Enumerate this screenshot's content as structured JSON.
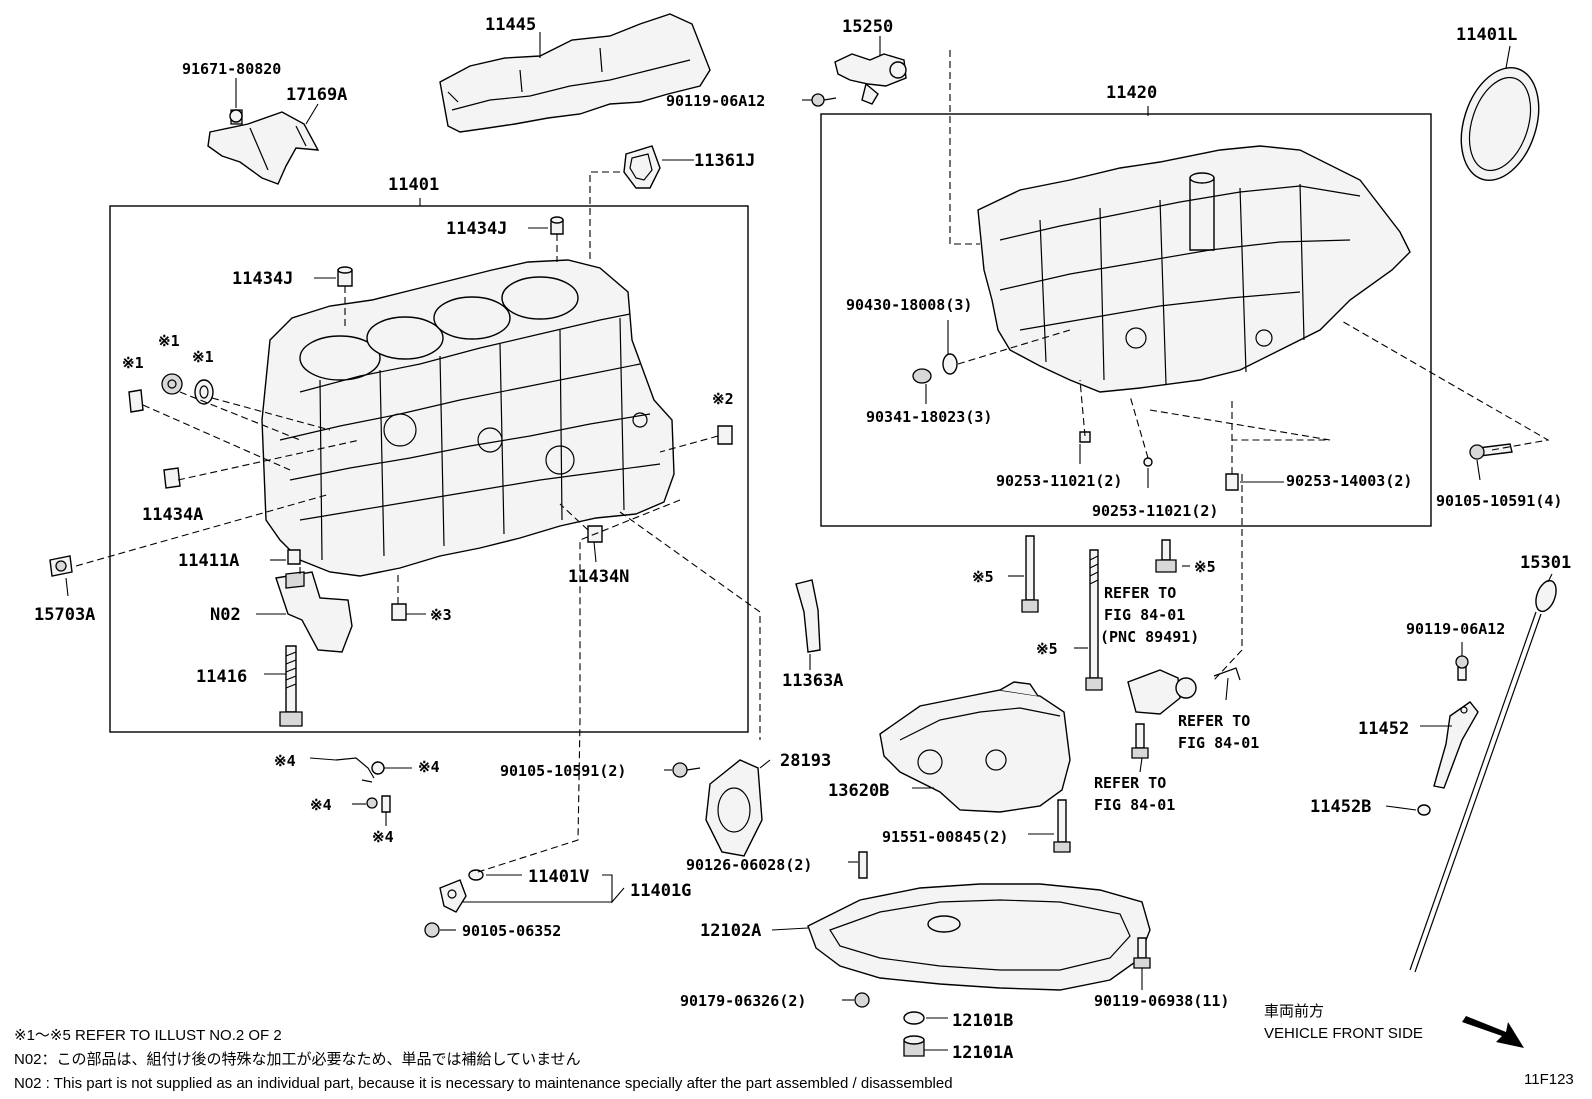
{
  "labels": {
    "p11445": "11445",
    "p15250": "15250",
    "p11401L": "11401L",
    "p91671": "91671-80820",
    "p17169A": "17169A",
    "p90119a": "90119-06A12",
    "p11420": "11420",
    "p11361J": "11361J",
    "p11401": "11401",
    "p11434J_a": "11434J",
    "p11434J_b": "11434J",
    "p90430": "90430-18008(3)",
    "p90341": "90341-18023(3)",
    "r1a": "※1",
    "r1b": "※1",
    "r1c": "※1",
    "r2": "※2",
    "p11434A": "11434A",
    "p90253a": "90253-11021(2)",
    "p90253b": "90253-11021(2)",
    "p90253c": "90253-14003(2)",
    "p90105a": "90105-10591(4)",
    "p11411A": "11411A",
    "p11434N": "11434N",
    "p15703A": "15703A",
    "pN02": "N02",
    "r3": "※3",
    "r5a": "※5",
    "r5b": "※5",
    "r5c": "※5",
    "ref1_1": "REFER TO",
    "ref1_2": "FIG 84-01",
    "ref1_3": "(PNC 89491)",
    "p15301": "15301",
    "p90119b": "90119-06A12",
    "p11416": "11416",
    "p11363A": "11363A",
    "ref2_1": "REFER TO",
    "ref2_2": "FIG 84-01",
    "p11452": "11452",
    "r4a": "※4",
    "r4b": "※4",
    "r4c": "※4",
    "r4d": "※4",
    "p90105b": "90105-10591(2)",
    "p28193": "28193",
    "p13620B": "13620B",
    "ref3_1": "REFER TO",
    "ref3_2": "FIG 84-01",
    "p11452B": "11452B",
    "p91551": "91551-00845(2)",
    "p90126": "90126-06028(2)",
    "p11401V": "11401V",
    "p11401G": "11401G",
    "p90105c": "90105-06352",
    "p12102A": "12102A",
    "p90179": "90179-06326(2)",
    "p90119c": "90119-06938(11)",
    "p12101B": "12101B",
    "p12101A": "12101A"
  },
  "footer": {
    "ref_note": "※1～※5  REFER TO ILLUST NO.2 OF 2",
    "n02_ja": "N02：この部品は、組付け後の特殊な加工が必要なため、単品では補給していません",
    "n02_en": "N02 : This part is not supplied as an individual part, because it is necessary to maintenance specially after the part assembled / disassembled",
    "front_ja": "車両前方",
    "front_en": "VEHICLE FRONT SIDE",
    "code": "11F123"
  }
}
